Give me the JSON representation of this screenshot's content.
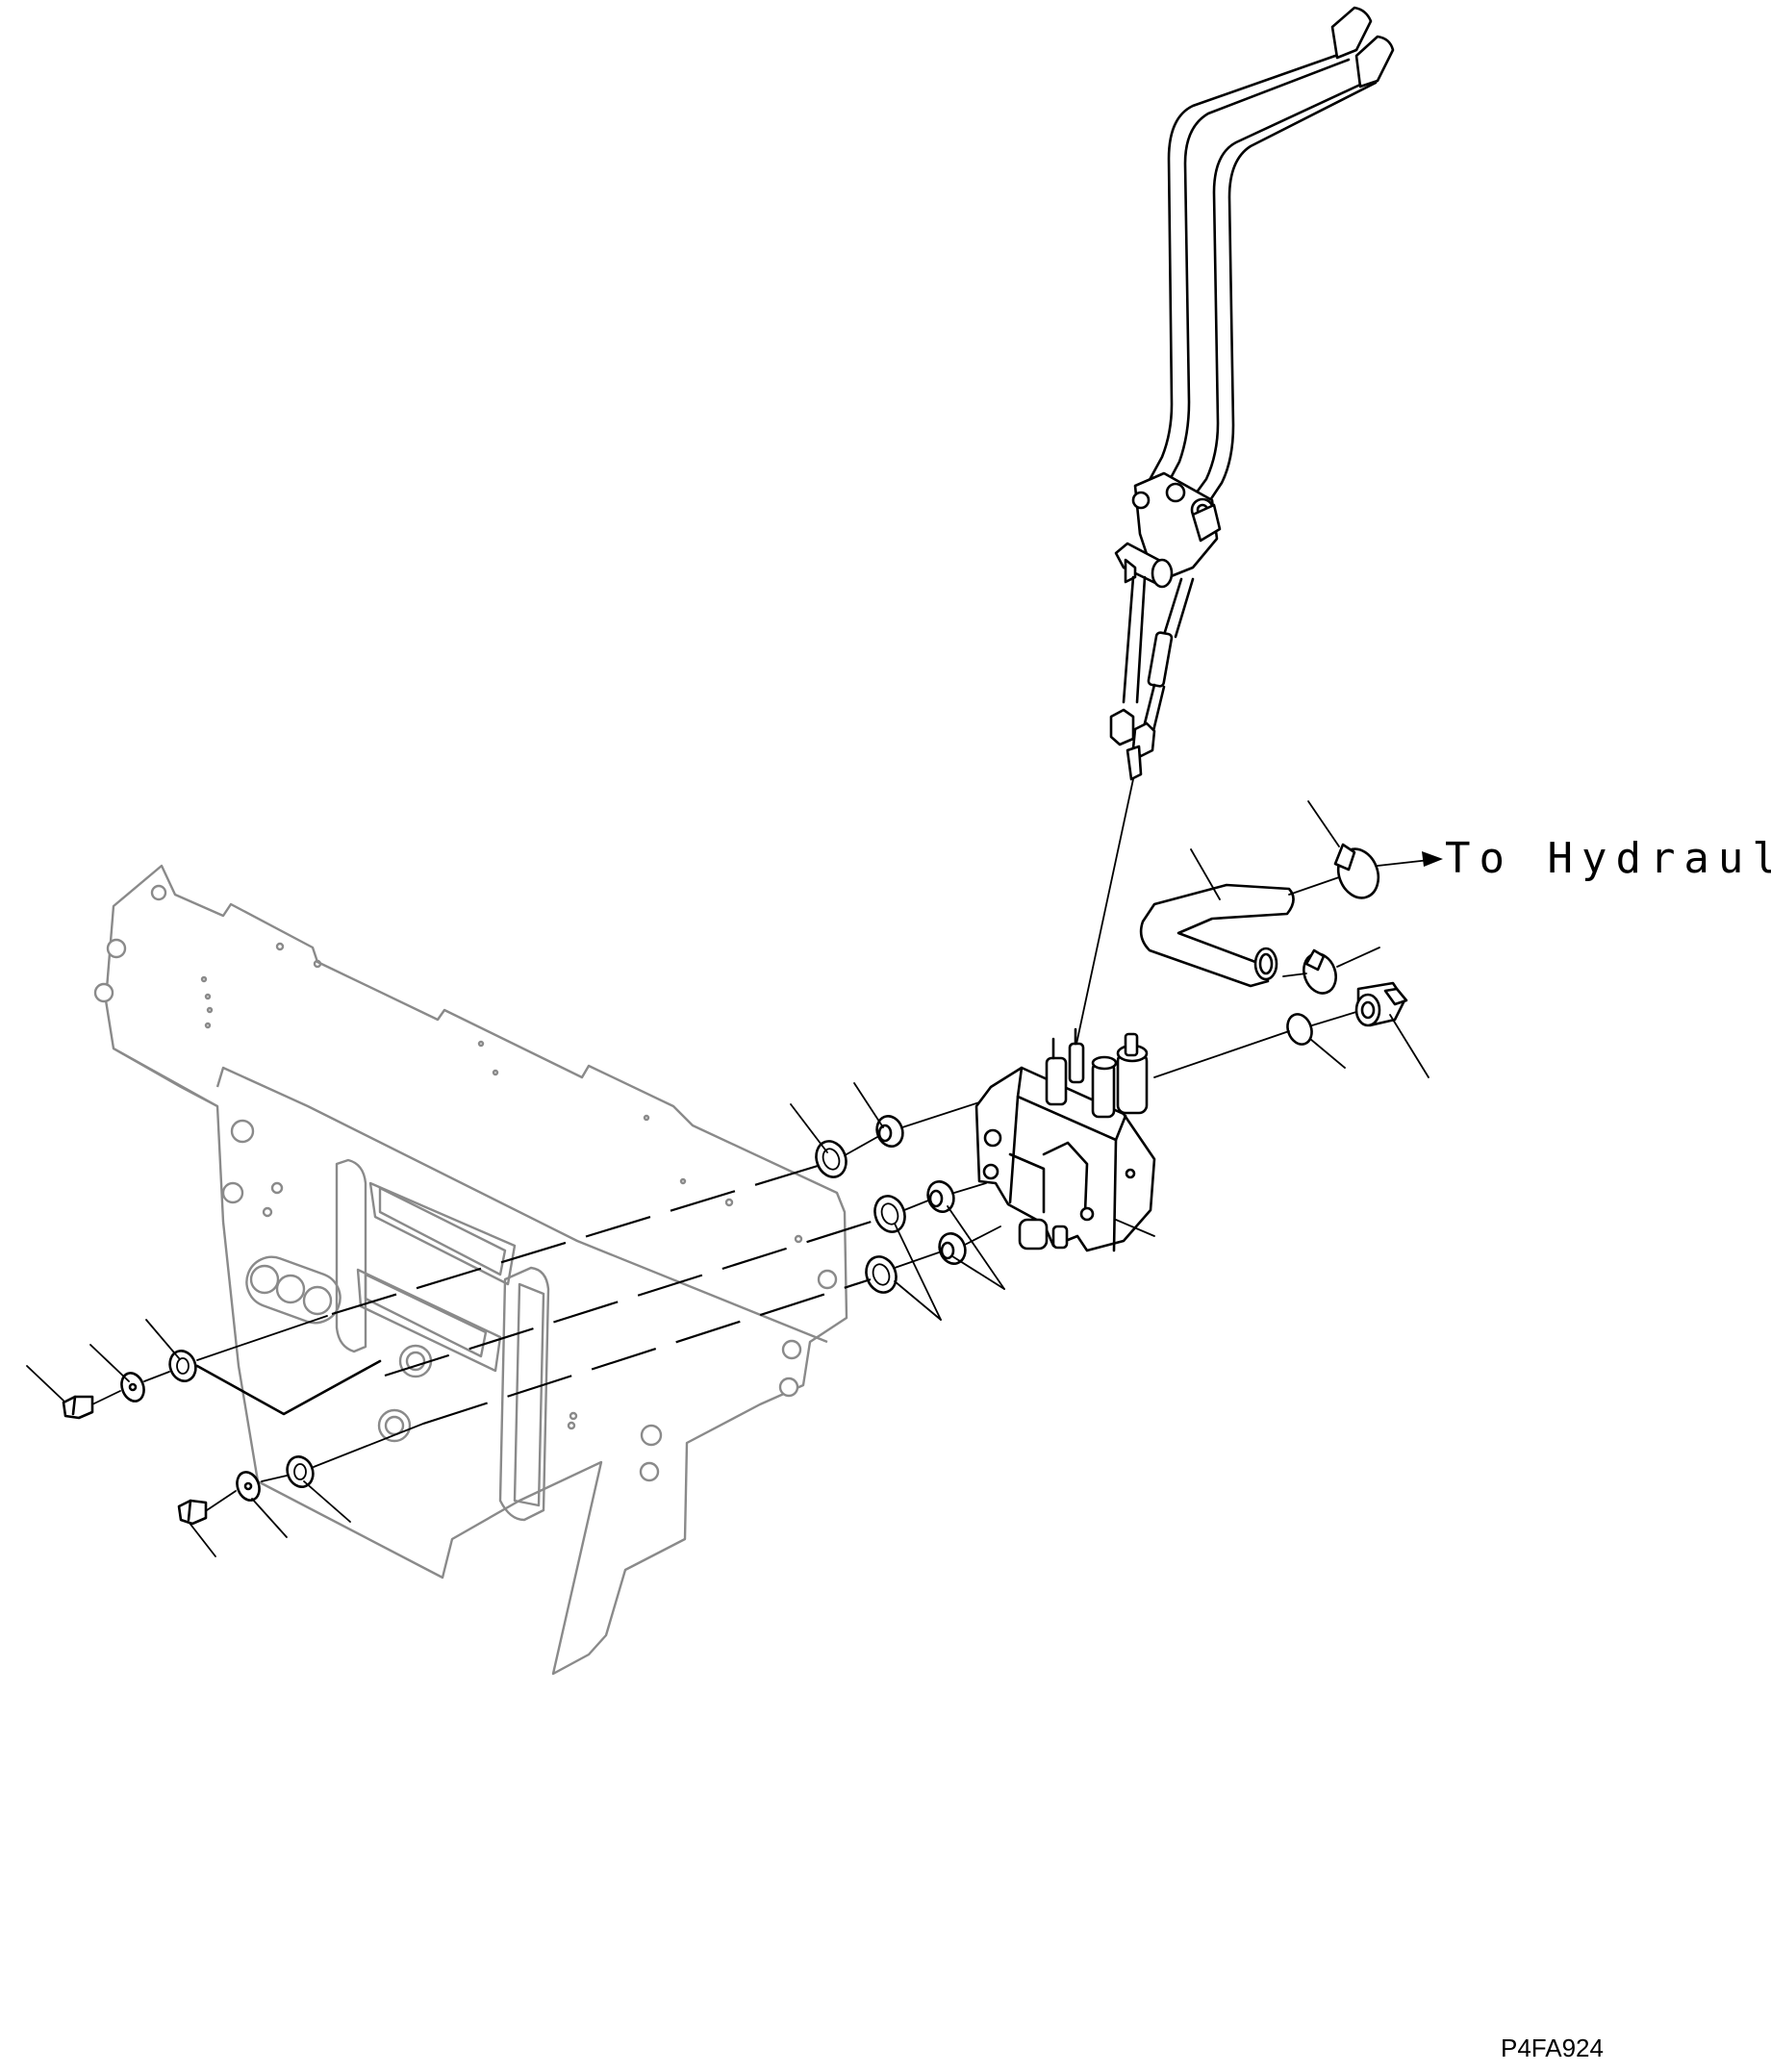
{
  "diagram": {
    "callout_label": "To Hydraulic Tank",
    "figure_id": "P4FA924",
    "colors": {
      "line": "#000000",
      "background_part": "#8a8a8a",
      "page": "#ffffff"
    },
    "parts": [
      "dash-panel-bracket",
      "control-lever-assembly",
      "control-valve",
      "hydraulic-hose",
      "hose-clamp",
      "elbow-fitting",
      "o-ring",
      "bolt",
      "washer",
      "grommet",
      "spacer"
    ]
  }
}
